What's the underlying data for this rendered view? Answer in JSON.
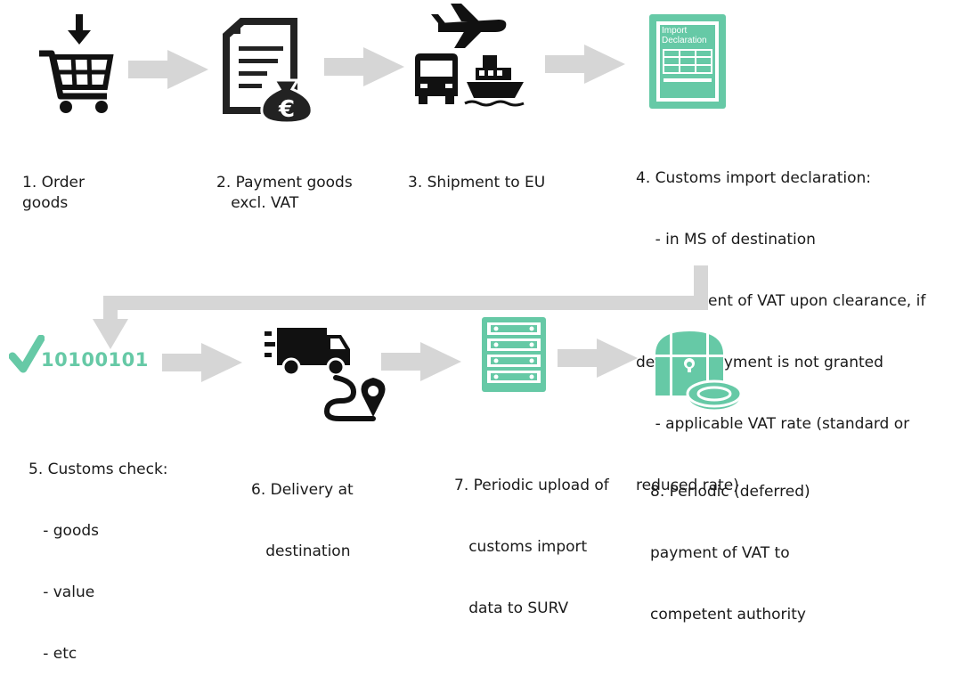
{
  "steps": [
    {
      "id": "order",
      "lines": [
        "1. Order",
        "goods"
      ],
      "icon": "shopping-cart-icon"
    },
    {
      "id": "payment",
      "lines": [
        "2. Payment goods",
        "   excl. VAT"
      ],
      "icon": "invoice-euro-icon"
    },
    {
      "id": "shipment",
      "lines": [
        "3. Shipment to EU"
      ],
      "icon": "plane-truck-ship-icon"
    },
    {
      "id": "declaration",
      "lines": [
        "4. Customs import declaration:",
        "    - in MS of destination",
        "    - payment of VAT upon clearance, if",
        "deferred payment is not granted",
        "    - applicable VAT rate (standard or",
        "reduced rate)"
      ],
      "icon": "import-declaration-icon",
      "icon_text": [
        "Import",
        "Declaration"
      ]
    },
    {
      "id": "check",
      "lines": [
        "5. Customs check:",
        "   - goods",
        "   - value",
        "   - etc"
      ],
      "icon": "checkmark-binary-icon",
      "icon_text": "10100101"
    },
    {
      "id": "delivery",
      "lines": [
        "6. Delivery at",
        "   destination"
      ],
      "icon": "delivery-van-route-icon"
    },
    {
      "id": "upload",
      "lines": [
        "7. Periodic upload of",
        "   customs import",
        "   data to SURV"
      ],
      "icon": "server-icon"
    },
    {
      "id": "vat",
      "lines": [
        "8. Periodic (deferred)",
        "payment of VAT to",
        "competent authority"
      ],
      "icon": "treasure-chest-coin-icon"
    }
  ],
  "colors": {
    "teal": "#66c9a6",
    "arrow": "#d6d6d6",
    "dark": "#111111"
  }
}
